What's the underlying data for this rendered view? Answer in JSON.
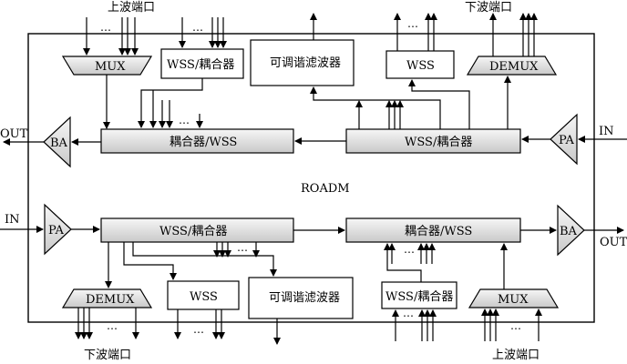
{
  "frame_label": "ROADM",
  "top": {
    "in_label": "IN",
    "out_label": "OUT",
    "pa": "PA",
    "ba": "BA",
    "mux": "MUX",
    "demux": "DEMUX",
    "wss_coupler_small": "WSS/耦合器",
    "tunable_filter": "可调谐滤波器",
    "wss": "WSS",
    "coupler_wss_main": "耦合器/WSS",
    "wss_coupler_main": "WSS/耦合器",
    "add_ports": "上波端口",
    "drop_ports": "下波端口",
    "dots": "…"
  },
  "bottom": {
    "in_label": "IN",
    "out_label": "OUT",
    "pa": "PA",
    "ba": "BA",
    "demux": "DEMUX",
    "wss": "WSS",
    "tunable_filter": "可调谐滤波器",
    "wss_coupler_small": "WSS/耦合器",
    "mux": "MUX",
    "wss_coupler_main": "WSS/耦合器",
    "coupler_wss_main": "耦合器/WSS",
    "drop_ports": "下波端口",
    "add_ports": "上波端口",
    "dots": "…"
  }
}
